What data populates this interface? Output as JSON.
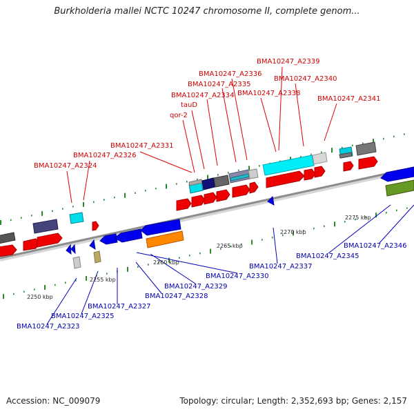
{
  "title": "Burkholderia mallei NCTC 10247 chromosome II, complete genom...",
  "footer": {
    "accession": "Accession: NC_009079",
    "summary": "Topology: circular; Length: 2,352,693 bp; Genes: 2,157"
  },
  "colors": {
    "top_label": "#cc0000",
    "bottom_label": "#0000aa",
    "backbone": "#8c8c8c",
    "tick_green": "#2a8a2a"
  },
  "ticks": [
    "2250 kbp",
    "2255 kbp",
    "2260 kbp",
    "2265 kbp",
    "2270 kbp",
    "2275 kbp"
  ],
  "top_labels": [
    "BMA10247_A2339",
    "BMA10247_A2336",
    "BMA10247_A2340",
    "BMA10247_A2335",
    "BMA10247_A2334",
    "BMA10247_A2338",
    "BMA10247_A2341",
    "tauD",
    "qor-2",
    "BMA10247_A2331",
    "BMA10247_A2326",
    "BMA10247_A2324"
  ],
  "bottom_labels": [
    "BMA10247_A2346",
    "BMA10247_A2345",
    "BMA10247_A2337",
    "BMA10247_A2330",
    "BMA10247_A2329",
    "BMA10247_A2328",
    "BMA10247_A2327",
    "BMA10247_A2325",
    "BMA10247_A2323"
  ]
}
